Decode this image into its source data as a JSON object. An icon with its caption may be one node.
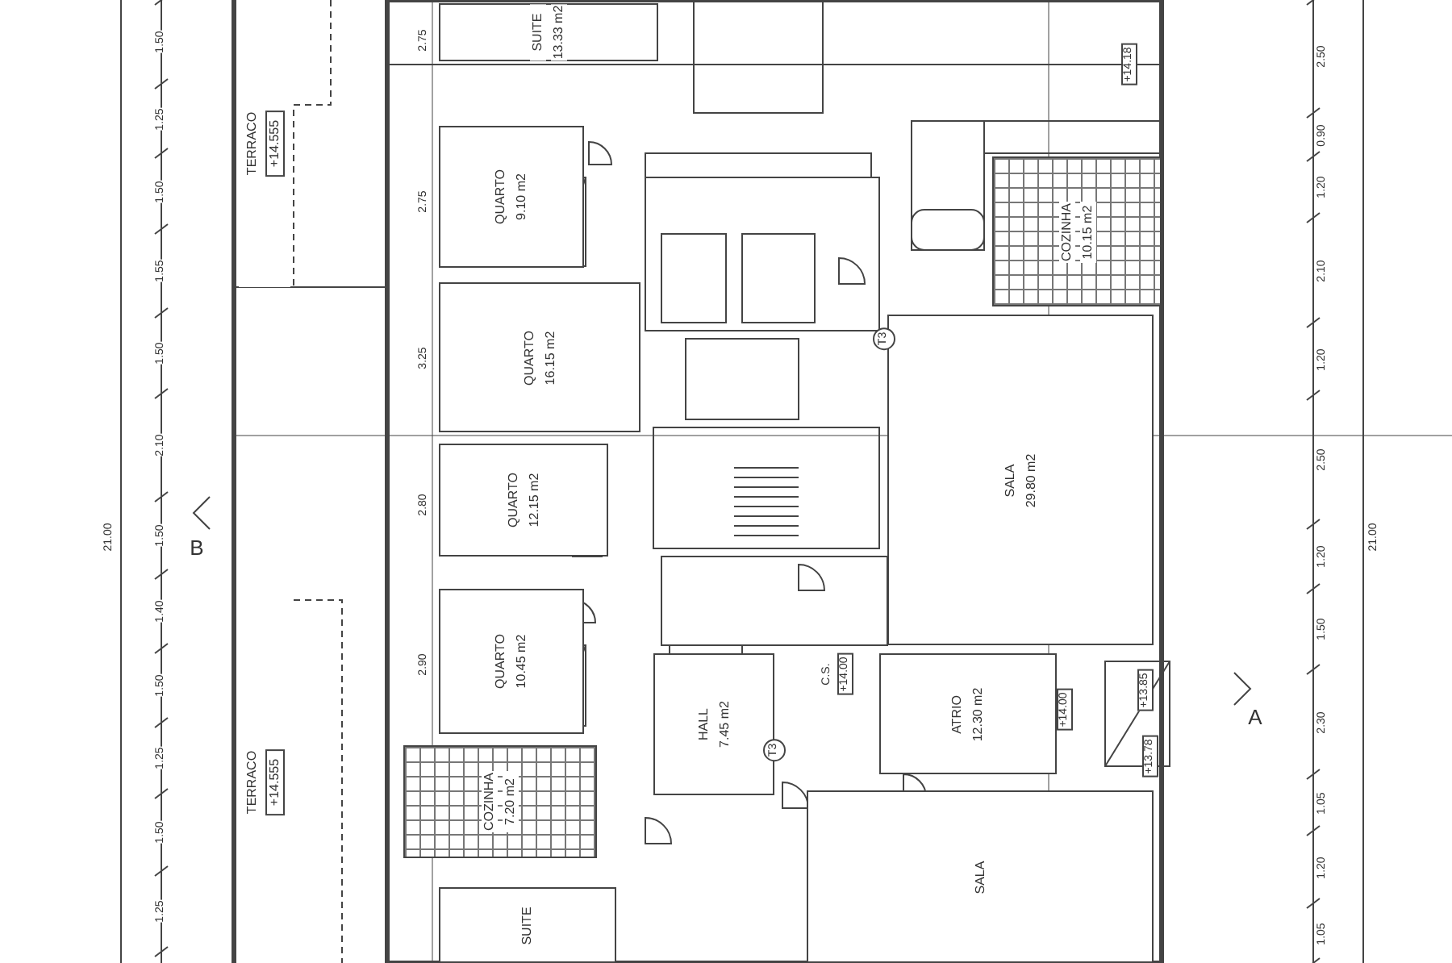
{
  "diagram": {
    "nodes": [
      {
        "text": [
          "TERRACO",
          "+14.555"
        ]
      },
      {
        "text": [
          "TERRACO",
          "+14.555"
        ]
      },
      {
        "text": [
          "SUITE",
          "13.33 m2"
        ]
      },
      {
        "text": [
          "QUARTO",
          "9.10 m2"
        ]
      },
      {
        "text": [
          "QUARTO",
          "16.15 m2"
        ]
      },
      {
        "text": [
          "QUARTO",
          "12.15 m2"
        ]
      },
      {
        "text": [
          "QUARTO",
          "10.45 m2"
        ]
      },
      {
        "text": [
          "COZINHA",
          "7.20 m2"
        ]
      },
      {
        "text": [
          "SUITE"
        ]
      },
      {
        "text": [
          "HALL",
          "7.45 m2"
        ]
      },
      {
        "text": [
          "COZINHA",
          "10.15 m2"
        ]
      },
      {
        "text": [
          "SALA",
          "29.80 m2"
        ]
      },
      {
        "text": [
          "ATRIO",
          "12.30 m2"
        ]
      },
      {
        "text": [
          "SALA"
        ]
      }
    ],
    "labels": [
      "+14.18",
      "C.S.",
      "+14.00",
      "+14.00",
      "+13.85",
      "+13.78",
      "T3",
      "T3",
      "B",
      "A",
      "21.00",
      "21.00",
      "1.50",
      "1.25",
      "1.50",
      "1.55",
      "1.50",
      "2.10",
      "1.50",
      "1.40",
      "1.50",
      "1.25",
      "1.50",
      "1.25",
      "2.50",
      "0.90",
      "1.20",
      "2.10",
      "1.20",
      "2.50",
      "1.20",
      "1.50",
      "2.30",
      "1.05",
      "1.20",
      "1.05",
      "2.75",
      "2.75",
      "3.25",
      "2.80",
      "2.90"
    ]
  }
}
